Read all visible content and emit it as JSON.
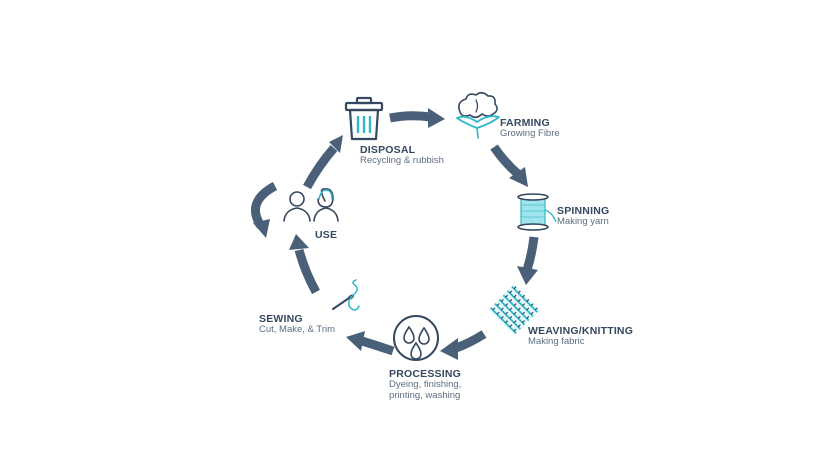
{
  "colors": {
    "arrow": "#4a6078",
    "icon_dark": "#35485f",
    "icon_accent": "#2fb8c9"
  },
  "stages": {
    "farming": {
      "title": "FARMING",
      "sub": "Growing Fibre"
    },
    "spinning": {
      "title": "SPINNING",
      "sub": "Making yarn"
    },
    "weaving": {
      "title": "WEAVING/KNITTING",
      "sub": "Making fabric"
    },
    "processing": {
      "title": "PROCESSING",
      "sub1": "Dyeing, finishing,",
      "sub2": "printing, washing"
    },
    "sewing": {
      "title": "SEWING",
      "sub": "Cut, Make, & Trim"
    },
    "use": {
      "title": "USE"
    },
    "disposal": {
      "title": "DISPOSAL",
      "sub": "Recycling & rubbish"
    }
  }
}
